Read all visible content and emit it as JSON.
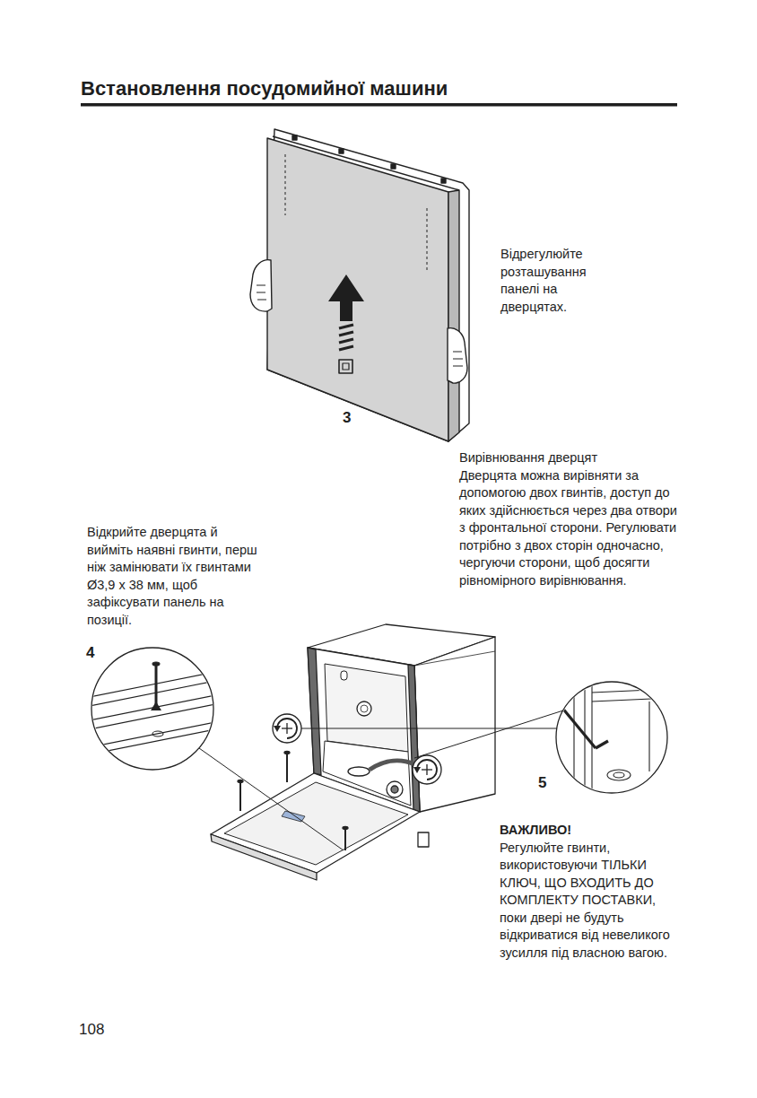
{
  "diagram": {
    "title": "Встановлення посудомийної машини",
    "labels": [
      "3",
      "Відрегулюйте розташування панелі на дверцятах.",
      "Вирівнювання дверцят",
      "Дверцята можна вирівняти за допомогою двох гвинтів, доступ до яких здійснюється через два отвори з фронтальної сторони. Регулювати потрібно з двох сторін одночасно, чергуючи сторони, щоб досягти рівномірного вирівнювання.",
      "Відкрийте дверцята й вийміть наявні гвинти, перш ніж замінювати їх гвинтами Ø3,9 x 38 мм, щоб зафіксувати панель на позиції.",
      "4",
      "5",
      "ВАЖЛИВО!",
      "Регулюйте гвинти, використовуючи ТІЛЬКИ КЛЮЧ, ЩО ВХОДИТЬ ДО КОМПЛЕКТУ ПОСТАВКИ, поки двері не будуть відкриватися від невеликого зусилля під власною вагою.",
      "108"
    ]
  }
}
